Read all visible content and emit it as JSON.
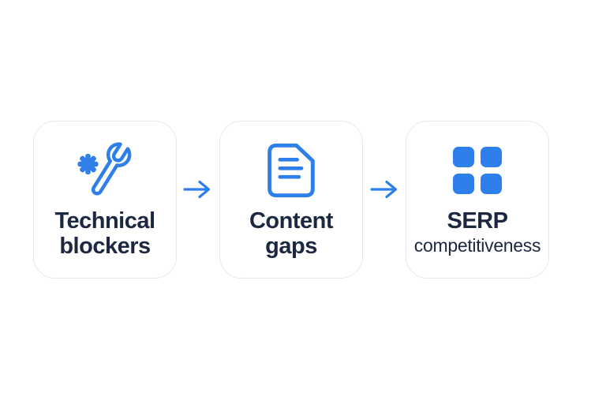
{
  "colors": {
    "accent": "#2e7fe9",
    "text": "#1b2840",
    "card_border": "#e4e8ef",
    "card_bg": "#ffffff",
    "page_bg": "#ffffff"
  },
  "flow": {
    "cards": [
      {
        "id": "technical-blockers",
        "icon": "wrench-gear-icon",
        "lines": [
          "Technical",
          "blockers"
        ]
      },
      {
        "id": "content-gaps",
        "icon": "document-icon",
        "lines": [
          "Content",
          "gaps"
        ]
      },
      {
        "id": "serp-competitiveness",
        "icon": "grid-icon",
        "lines": [
          "SERP",
          "competitiveness"
        ]
      }
    ],
    "connector": "arrow-right"
  }
}
